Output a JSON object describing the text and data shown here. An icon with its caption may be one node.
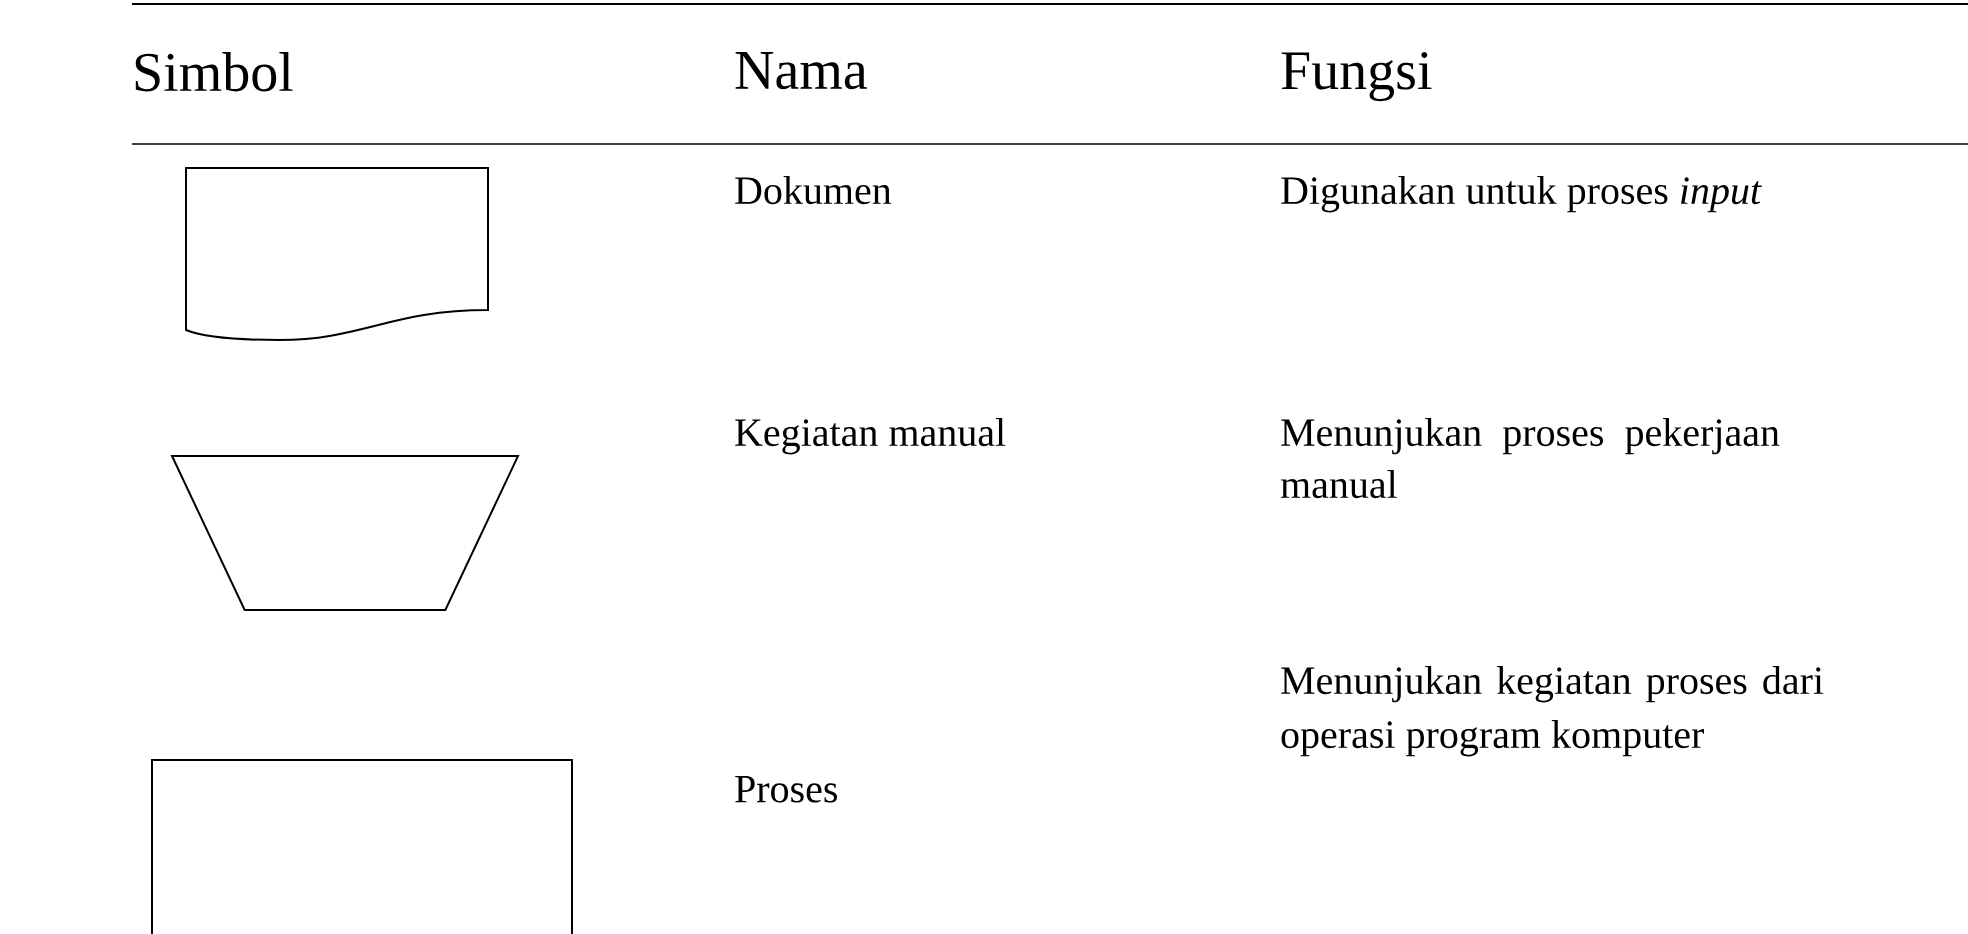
{
  "diagram": {
    "nodes": [
      {
        "text": [],
        "shape": "document"
      },
      {
        "text": [],
        "shape": "trapezoid"
      },
      {
        "text": [],
        "shape": "box"
      }
    ],
    "labels": [
      "Simbol",
      "Nama",
      "Fungsi",
      "Dokumen",
      "Digunakan untuk proses *input*",
      "Kegiatan manual",
      "Menunjukan proses pekerjaan manual",
      "Proses",
      "Menunjukan kegiatan proses dari operasi program komputer"
    ]
  }
}
